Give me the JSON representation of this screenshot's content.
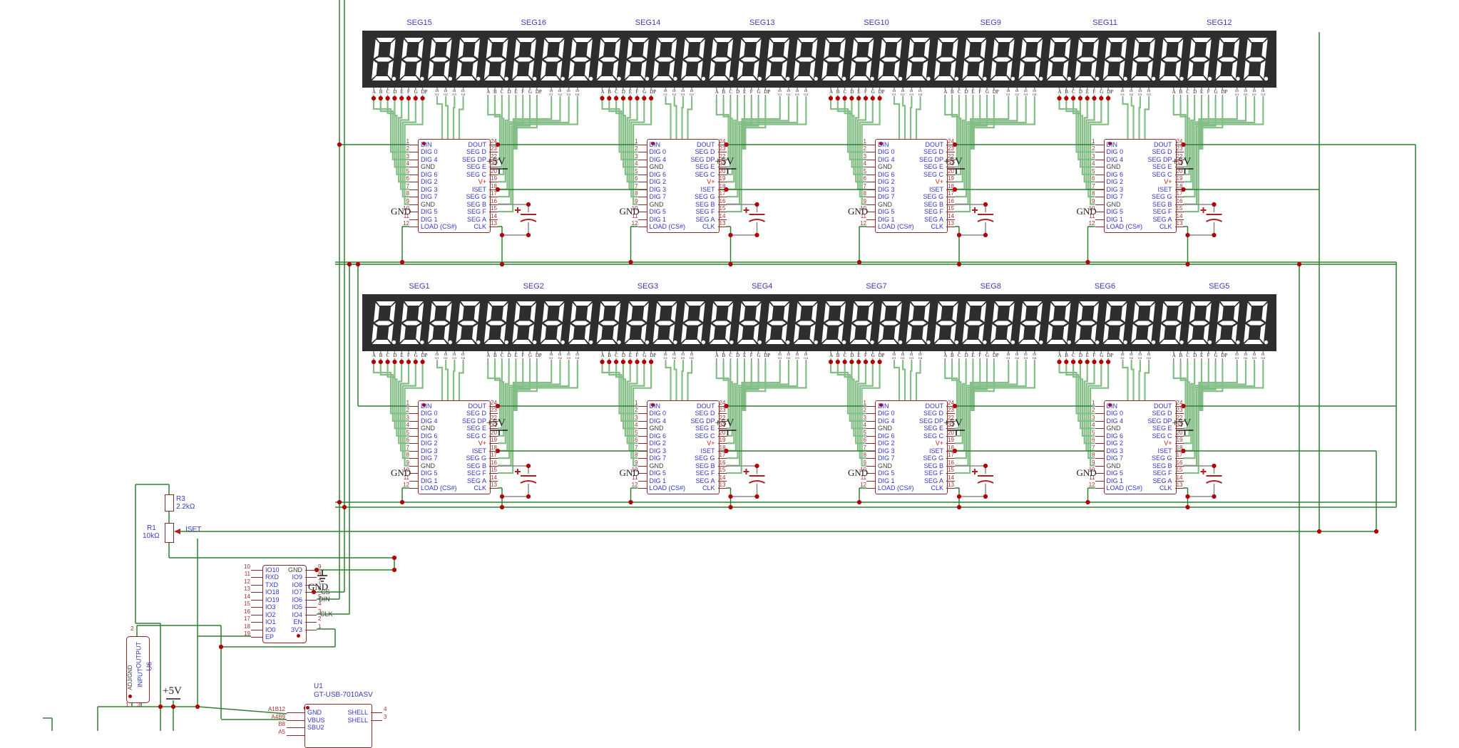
{
  "colors": {
    "wire": "#2f8034",
    "bundle": "#7cbb80",
    "gray_wire": "#8a8a8a",
    "component_border": "#8a2b2b",
    "pin_text": "#3434c8",
    "pin_number": "#9e3030",
    "ref_label": "#3b3bc0",
    "junction": "#b30000",
    "display_bg": "#2e2e2e",
    "display_segment": "#ffffff",
    "cap_symbol": "#b02020",
    "symbol_black": "#1a1a1a"
  },
  "display_rows": [
    {
      "modules": [
        "SEG15",
        "SEG16",
        "SEG14",
        "SEG13",
        "SEG10",
        "SEG9",
        "SEG11",
        "SEG12"
      ]
    },
    {
      "modules": [
        "SEG1",
        "SEG2",
        "SEG3",
        "SEG4",
        "SEG7",
        "SEG8",
        "SEG6",
        "SEG5"
      ]
    }
  ],
  "display_pins": [
    "A",
    "B",
    "C",
    "D",
    "E",
    "F",
    "G",
    "DP"
  ],
  "display_dig_pins": [
    "DI G1",
    "DI G2",
    "DI G3",
    "DI G4"
  ],
  "driver": {
    "left_pins": [
      {
        "num": "1",
        "name": "DIN"
      },
      {
        "num": "2",
        "name": "DIG 0"
      },
      {
        "num": "3",
        "name": "DIG 4"
      },
      {
        "num": "4",
        "name": "GND"
      },
      {
        "num": "5",
        "name": "DIG 6"
      },
      {
        "num": "6",
        "name": "DIG 2"
      },
      {
        "num": "7",
        "name": "DIG 3"
      },
      {
        "num": "8",
        "name": "DIG 7"
      },
      {
        "num": "9",
        "name": "GND"
      },
      {
        "num": "10",
        "name": "DIG 5"
      },
      {
        "num": "11",
        "name": "DIG 1"
      },
      {
        "num": "12",
        "name": "LOAD (CS#)"
      }
    ],
    "right_pins": [
      {
        "num": "24",
        "name": "DOUT"
      },
      {
        "num": "23",
        "name": "SEG D"
      },
      {
        "num": "22",
        "name": "SEG DP"
      },
      {
        "num": "21",
        "name": "SEG E"
      },
      {
        "num": "20",
        "name": "SEG C"
      },
      {
        "num": "19",
        "name": "V+"
      },
      {
        "num": "18",
        "name": "ISET"
      },
      {
        "num": "17",
        "name": "SEG G"
      },
      {
        "num": "16",
        "name": "SEG B"
      },
      {
        "num": "15",
        "name": "SEG F"
      },
      {
        "num": "14",
        "name": "SEG A"
      },
      {
        "num": "13",
        "name": "CLK"
      }
    ],
    "power_label": "+5V",
    "gnd_label": "GND"
  },
  "mcu": {
    "left_pins": [
      {
        "num": "10",
        "name": "IO10"
      },
      {
        "num": "11",
        "name": "RXD"
      },
      {
        "num": "12",
        "name": "TXD"
      },
      {
        "num": "13",
        "name": "IO18"
      },
      {
        "num": "14",
        "name": "IO19"
      },
      {
        "num": "15",
        "name": "IO3"
      },
      {
        "num": "16",
        "name": "IO2"
      },
      {
        "num": "17",
        "name": "IO1"
      },
      {
        "num": "18",
        "name": "IO0"
      },
      {
        "num": "19",
        "name": "EP"
      }
    ],
    "right_pins": [
      {
        "num": "9",
        "name": "GND"
      },
      {
        "num": "8",
        "name": "IO9"
      },
      {
        "num": "7",
        "name": "IO8"
      },
      {
        "num": "6",
        "name": "IO7"
      },
      {
        "num": "5",
        "name": "IO6"
      },
      {
        "num": "4",
        "name": "IO5"
      },
      {
        "num": "3",
        "name": "IO4"
      },
      {
        "num": "2",
        "name": "EN"
      },
      {
        "num": "1",
        "name": "3V3"
      }
    ],
    "net_labels": {
      "gnd": "GND",
      "cs": "CS",
      "din": "DIN",
      "clk": "CLK"
    }
  },
  "resistors": {
    "r3": {
      "ref": "R3",
      "value": "2.2kΩ"
    },
    "r1": {
      "ref": "R1",
      "value": "10kΩ"
    }
  },
  "nets": {
    "iset": "ISET",
    "plus5v": "+5V"
  },
  "regulator": {
    "ref": "U6",
    "pin_output": {
      "num": "2",
      "name": "OUTPUT"
    },
    "pin_adj": {
      "num": "1",
      "name": "ADJ/GND"
    },
    "pin_input": {
      "num": "3",
      "name": "INPUT"
    }
  },
  "usb": {
    "ref": "U1",
    "part": "GT-USB-7010ASV",
    "left_pins": [
      {
        "num": "A1B12",
        "name": "GND"
      },
      {
        "num": "A4B9",
        "name": "VBUS"
      },
      {
        "num": "B8",
        "name": "SBU2"
      },
      {
        "num": "A5",
        "name": ""
      }
    ],
    "right_pins": [
      {
        "num": "4",
        "name": "SHELL"
      },
      {
        "num": "3",
        "name": "SHELL"
      }
    ]
  }
}
